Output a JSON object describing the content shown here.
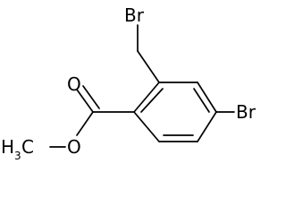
{
  "molecule": {
    "atoms": {
      "br_top": "Br",
      "br_right": "Br",
      "o_carbonyl": "O",
      "o_ester": "O",
      "methyl_main": "H",
      "methyl_sub": "3",
      "methyl_c": "C"
    }
  },
  "colors": {
    "ink": "#000000",
    "background": "#ffffff"
  }
}
